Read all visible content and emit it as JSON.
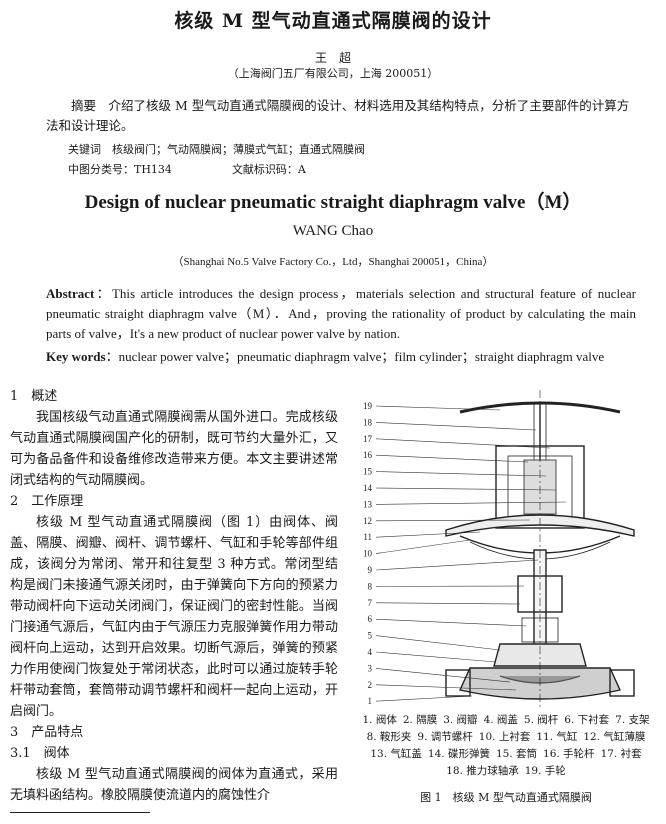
{
  "title_cn": "核级 M 型气动直通式隔膜阀的设计",
  "author_cn": "王　超",
  "affiliation_cn": "（上海阀门五厂有限公司，上海 200051）",
  "abstract_cn": "摘要　介绍了核级 M 型气动直通式隔膜阀的设计、材料选用及其结构特点，分析了主要部件的计算方法和设计理论。",
  "keywords_cn": "关键词　核级阀门；气动隔膜阀；薄膜式气缸；直通式隔膜阀",
  "clc_number": "中图分类号：TH134",
  "doc_code": "文献标识码：A",
  "title_en": "Design of nuclear pneumatic straight diaphragm valve（M）",
  "author_en": "WANG Chao",
  "affiliation_en": "（Shanghai No.5 Valve Factory Co.，Ltd，Shanghai 200051，China）",
  "abstract_en_label": "Abstract",
  "abstract_en": "：This article introduces the design process，materials selection and structural feature of nuclear pneumatic straight diaphragm valve（M）．And，proving the rationality of product by calculating the main parts of valve，It's a new product of nuclear power valve by nation.",
  "keywords_en_label": "Key words",
  "keywords_en": "：nuclear power valve；pneumatic diaphragm valve；film cylinder；straight diaphragm valve",
  "body": {
    "h1": "1　概述",
    "p1": "我国核级气动直通式隔膜阀需从国外进口。完成核级气动直通式隔膜阀国产化的研制，既可节约大量外汇，又可为备品备件和设备维修改造带来方便。本文主要讲述常闭式结构的气动隔膜阀。",
    "h2": "2　工作原理",
    "p2": "核级 M 型气动直通式隔膜阀（图 1）由阀体、阀盖、隔膜、阀瓣、阀杆、调节螺杆、气缸和手轮等部件组成，该阀分为常闭、常开和往复型 3 种方式。常闭型结构是阀门未接通气源关闭时，由于弹簧向下方向的预紧力带动阀杆向下运动关闭阀门，保证阀门的密封性能。当阀门接通气源后，气缸内由于气源压力克服弹簧作用力带动阀杆向上运动，达到开启效果。切断气源后，弹簧的预紧力作用使阀门恢复处于常闭状态，此时可以通过旋转手轮杆带动套筒，套筒带动调节螺杆和阀杆一起向上运动，开启阀门。",
    "h3": "3　产品特点",
    "h31": "3.1　阀体",
    "p3": "核级 M 型气动直通式隔膜阀的阀体为直通式，采用无填料函结构。橡胶隔膜使流道内的腐蚀性介"
  },
  "figure": {
    "callouts": [
      "19",
      "18",
      "17",
      "16",
      "15",
      "14",
      "13",
      "12",
      "11",
      "10",
      "9",
      "8",
      "7",
      "6",
      "5",
      "4",
      "3",
      "2",
      "1"
    ],
    "legend": [
      "1. 阀体",
      "2. 隔膜",
      "3. 阀瓣",
      "4. 阀盖",
      "5. 阀杆",
      "6. 下衬套",
      "7. 支架",
      "8. 鞍形夹",
      "9. 调节螺杆",
      "10. 上衬套",
      "11. 气缸",
      "12. 气缸薄膜",
      "13. 气缸盖",
      "14. 碟形弹簧",
      "15. 套筒",
      "16. 手轮杆",
      "17. 衬套",
      "18. 推力球轴承",
      "19. 手轮"
    ],
    "title": "图 1　核级 M 型气动直通式隔膜阀"
  }
}
